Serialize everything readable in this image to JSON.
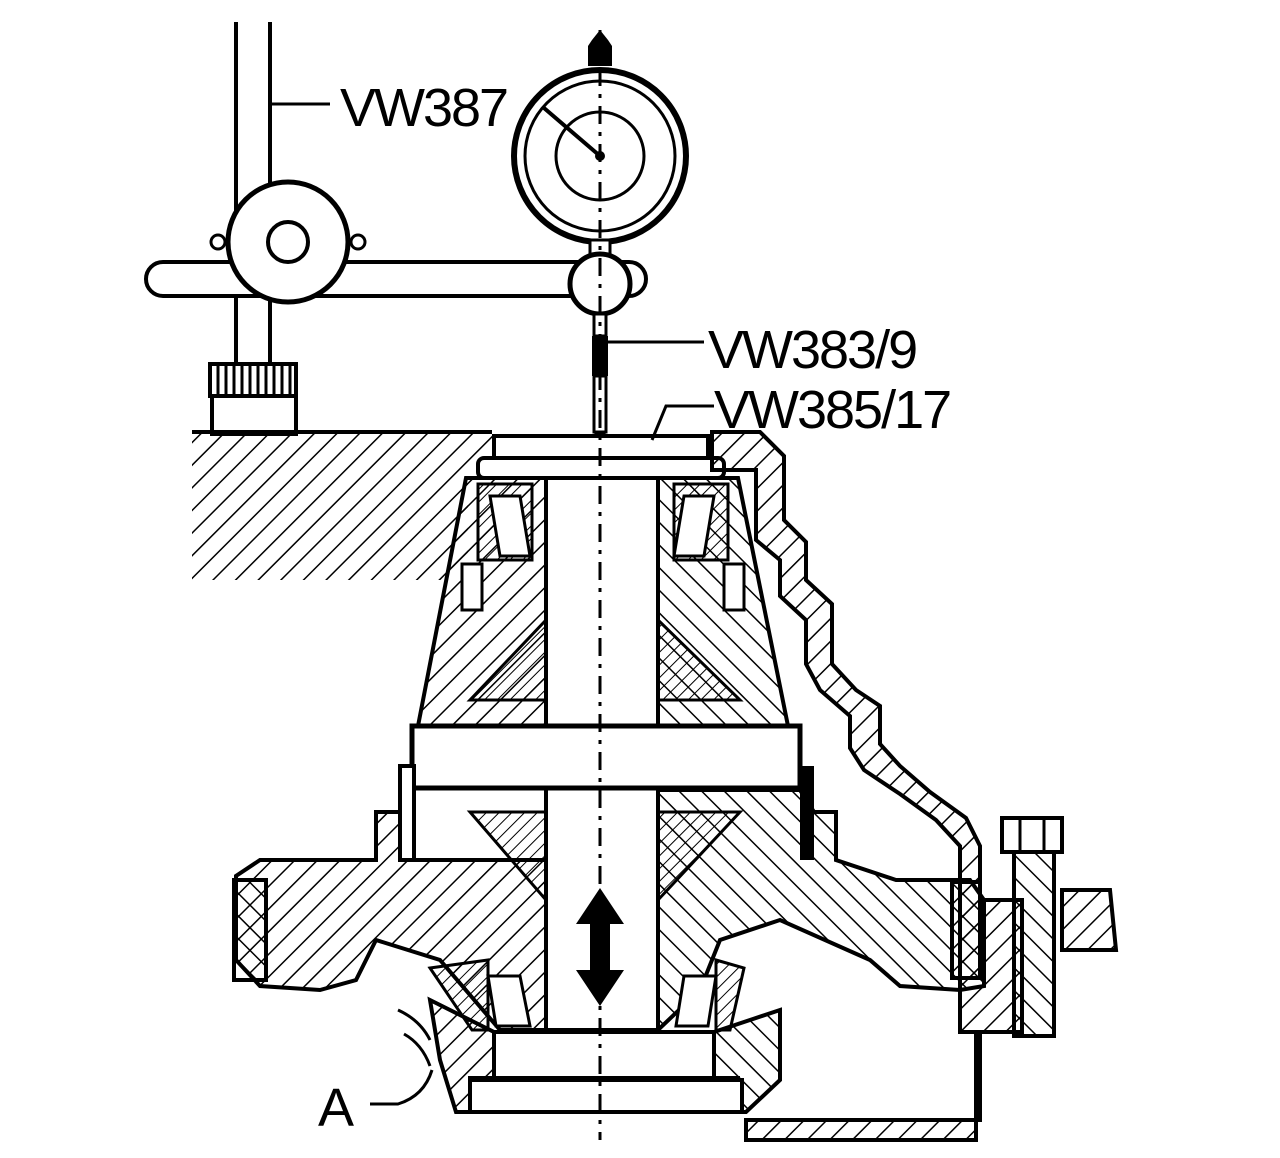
{
  "labels": {
    "stand": "VW387",
    "gauge_extension": "VW383/9",
    "plate": "VW385/17",
    "part_a": "A"
  },
  "colors": {
    "ink": "#000000",
    "paper": "#ffffff"
  },
  "icons": {
    "dial_gauge": "dial-gauge-icon",
    "stand_clamp": "magnetic-stand-icon",
    "movement_arrow": "double-arrow-icon"
  }
}
